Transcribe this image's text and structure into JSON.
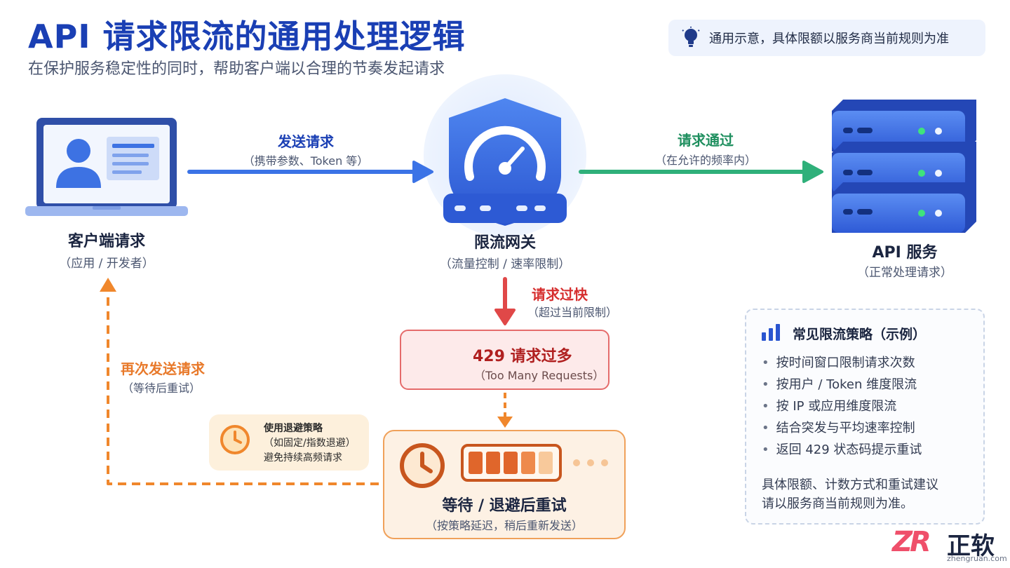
{
  "header": {
    "title": "API 请求限流的通用处理逻辑",
    "subtitle": "在保护服务稳定性的同时，帮助客户端以合理的节奏发起请求"
  },
  "note": {
    "icon": "lightbulb-icon",
    "text": "通用示意，具体限额以服务商当前规则为准"
  },
  "nodes": {
    "client": {
      "icon": "laptop-user-icon",
      "title": "客户端请求",
      "subtitle": "（应用 / 开发者）"
    },
    "gateway": {
      "icon": "shield-gauge-icon",
      "title": "限流网关",
      "subtitle": "（流量控制 / 速率限制）"
    },
    "api": {
      "icon": "server-stack-icon",
      "title": "API 服务",
      "subtitle": "（正常处理请求）"
    }
  },
  "edges": {
    "send": {
      "label": "发送请求",
      "sublabel": "（携带参数、Token 等）"
    },
    "pass": {
      "label": "请求通过",
      "sublabel": "（在允许的频率内）"
    },
    "too_fast": {
      "label": "请求过快",
      "sublabel": "（超过当前限制）"
    },
    "resend": {
      "label": "再次发送请求",
      "sublabel": "（等待后重试）"
    }
  },
  "error": {
    "icon": "warning-icon",
    "title": "429 请求过多",
    "subtitle": "（Too Many Requests）"
  },
  "wait": {
    "icon": "clock-icon",
    "title": "等待 / 退避后重试",
    "subtitle": "（按策略延迟，稍后重新发送）"
  },
  "backoff_tip": {
    "icon": "clock-icon",
    "lines": [
      "使用退避策略",
      "（如固定/指数退避）",
      "避免持续高频请求"
    ]
  },
  "strategies": {
    "icon": "bar-chart-icon",
    "title": "常见限流策略（示例）",
    "items": [
      "按时间窗口限制请求次数",
      "按用户 / Token 维度限流",
      "按 IP 或应用维度限流",
      "结合突发与平均速率控制",
      "返回 429 状态码提示重试"
    ],
    "footer": [
      "具体限额、计数方式和重试建议",
      "请以服务商当前规则为准。"
    ]
  },
  "logo": {
    "mark": "ZR",
    "name": "正软",
    "url": "zhengruan.com"
  },
  "colors": {
    "primary_blue": "#1a3fb4",
    "arrow_blue": "#3b73e6",
    "arrow_green": "#2fb07a",
    "arrow_red": "#e04848",
    "arrow_orange": "#f0872c",
    "label_red": "#d62f2f",
    "label_orange": "#e8792a",
    "label_green": "#1f8f5f"
  }
}
